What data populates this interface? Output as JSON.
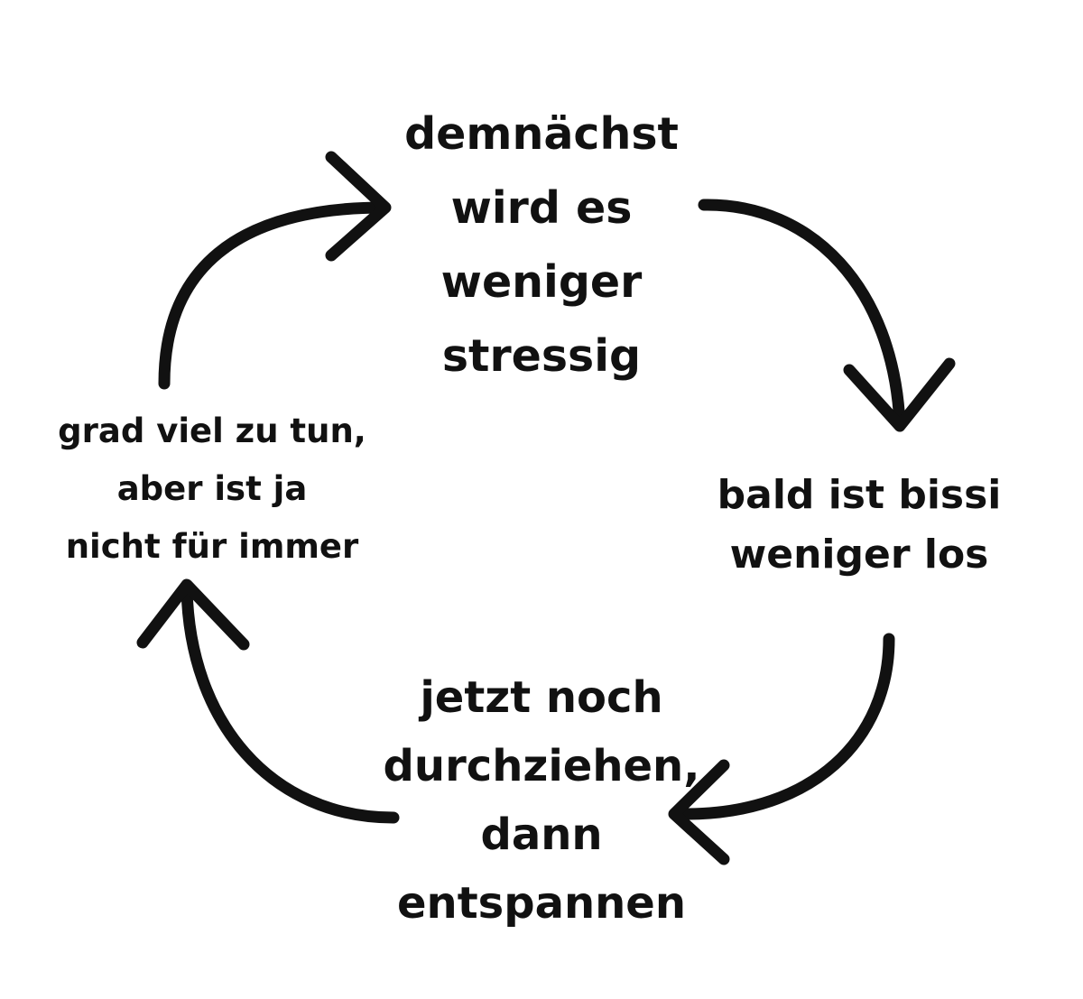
{
  "colors": {
    "background": "#ffffff",
    "ink": "#111111"
  },
  "cycle": {
    "direction": "clockwise",
    "nodes": [
      {
        "id": "top",
        "lines": [
          "demnächst",
          "wird es",
          "weniger",
          "stressig"
        ]
      },
      {
        "id": "right",
        "lines": [
          "bald ist bissi",
          "weniger los"
        ]
      },
      {
        "id": "bottom",
        "lines": [
          "jetzt noch",
          "durchziehen,",
          "dann",
          "entspannen"
        ]
      },
      {
        "id": "left",
        "lines": [
          "grad viel zu tun,",
          "aber ist ja",
          "nicht für immer"
        ]
      }
    ],
    "arrows": [
      {
        "from": "top",
        "to": "right"
      },
      {
        "from": "right",
        "to": "bottom"
      },
      {
        "from": "bottom",
        "to": "left"
      },
      {
        "from": "left",
        "to": "top"
      }
    ]
  }
}
